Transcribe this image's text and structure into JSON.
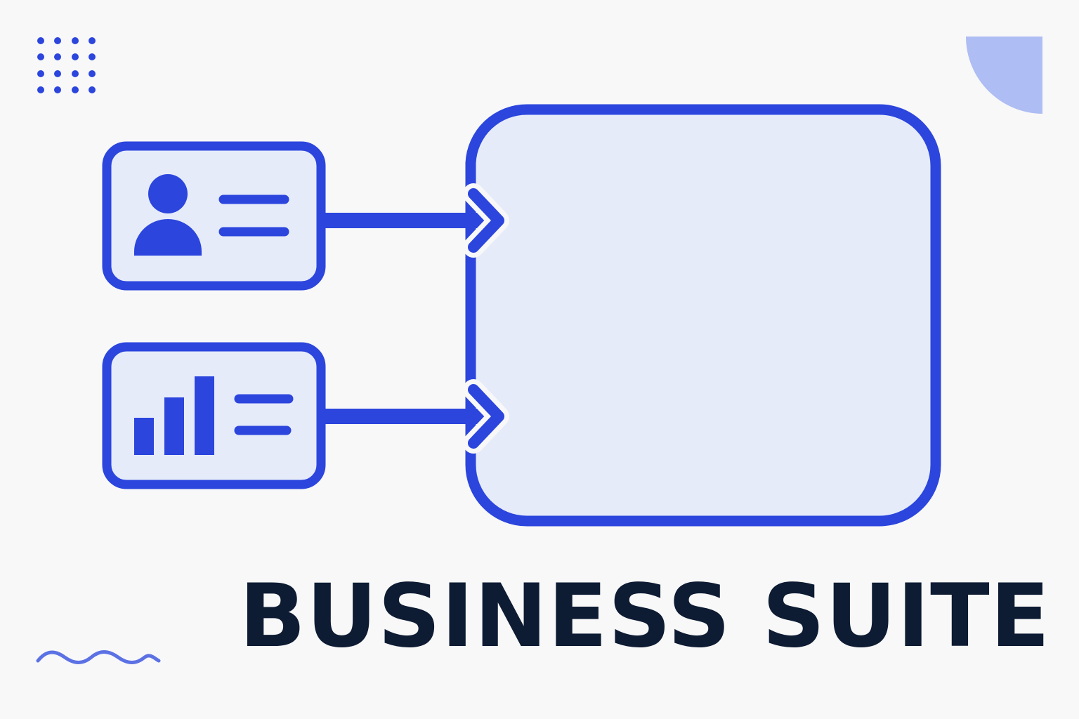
{
  "title": "BUSINESS SUITE",
  "colors": {
    "accent": "#2b45dd",
    "panel_fill": "#e6ebfa",
    "deco_shape": "#aebdf3",
    "title_text": "#0d1b33",
    "background": "#f8f8f8"
  },
  "icons": {
    "profile_card": "user-profile-icon",
    "chart_card": "bar-chart-icon",
    "dot_grid": "dot-grid-decoration",
    "wave": "wave-decoration",
    "corner_shape": "quarter-circle-decoration"
  }
}
